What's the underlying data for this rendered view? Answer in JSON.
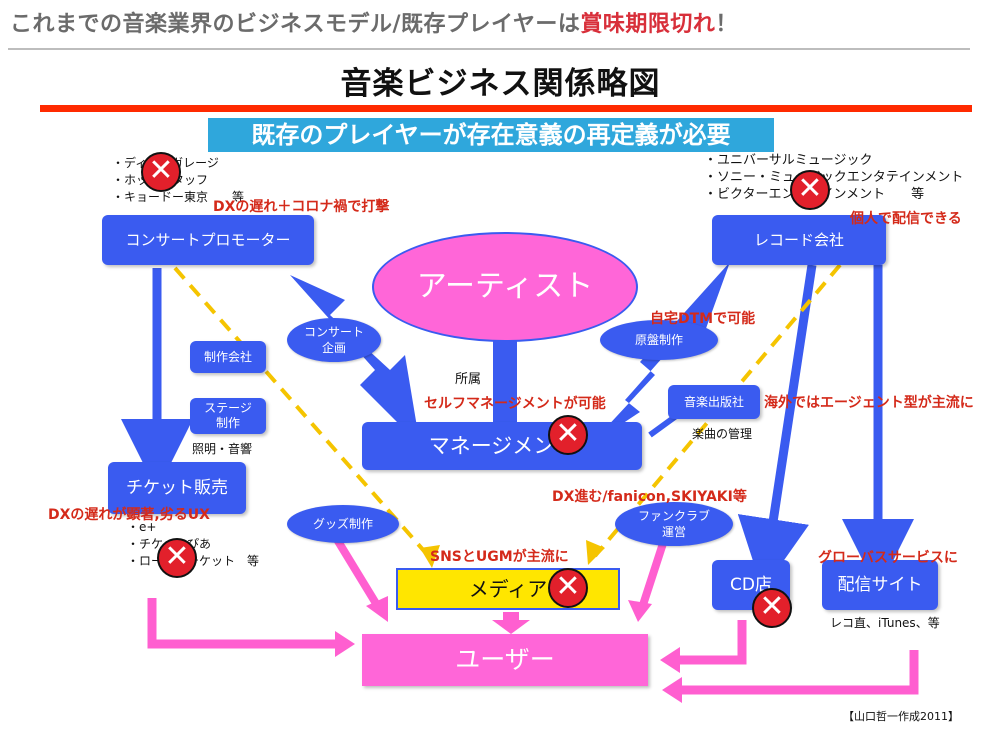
{
  "header": {
    "text_main": "これまでの音楽業界のビジネスモデル/既存プレイヤーは",
    "text_red": "賞味期限切れ",
    "text_end": "！"
  },
  "title": "音楽ビジネス関係略図",
  "banner": "既存のプレイヤーが存在意義の再定義が必要",
  "boxes": {
    "promoter": "コンサートプロモーター",
    "record": "レコード会社",
    "artist": "アーティスト",
    "production": "制作会社",
    "stage": "ステージ\n制作",
    "ticket": "チケット販売",
    "management": "マネージメント",
    "publisher": "音楽出版社",
    "media": "メディア",
    "cd": "CD店",
    "distribution": "配信サイト",
    "user": "ユーザー"
  },
  "ovals": {
    "concert_plan": "コンサート\n企画",
    "master_production": "原盤制作",
    "goods": "グッズ制作",
    "fanclub": "ファンクラブ\n運営"
  },
  "lists": {
    "promoter_list": [
      "・ディスクガレージ",
      "・ホットスタッフ",
      "・キョードー東京　　等"
    ],
    "record_list": [
      "・ユニバーサルミュージック",
      "・ソニー・ミュージックエンタテインメント",
      "・ビクターエンタテインメント　　等"
    ],
    "ticket_list": [
      "・e+",
      "・チケットぴあ",
      "・ローソンチケット　等"
    ]
  },
  "notes": {
    "promoter_note": "DXの遅れ＋コロナ禍で打撃",
    "record_note": "個人で配信できる",
    "dtm_note": "自宅DTMで可能",
    "self_mgmt_note": "セルフマネージメントが可能",
    "agent_note": "海外ではエージェント型が主流に",
    "dx_note": "DX進む/fanicon,SKIYAKI等",
    "ticket_note": "DXの遅れが顕著,劣るUX",
    "sns_note": "SNSとUGMが主流に",
    "global_note": "グローバスサービスに",
    "affiliation": "所属",
    "lighting": "照明・音響",
    "song_mgmt": "楽曲の管理",
    "dist_examples": "レコ直、iTunes、等"
  },
  "credit": "【山口哲一作成2011】",
  "x_symbol": "✕",
  "colors": {
    "blue": "#3a5bf0",
    "pink": "#ff5fd0",
    "media_yellow": "#ffe600",
    "red": "#d42a1a",
    "banner": "#2fa7dc",
    "dash_yellow": "#f5c400"
  }
}
